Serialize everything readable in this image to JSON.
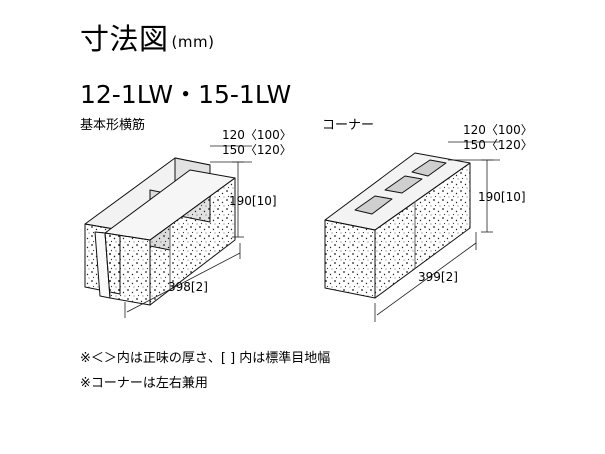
{
  "title": "寸法図",
  "title_unit": "(mm)",
  "model": "12-1LW・15-1LW",
  "labels": {
    "basic": "基本形横筋",
    "corner": "コーナー"
  },
  "dimensions": {
    "basic": {
      "width_120": "120〈100〉",
      "width_150": "150〈120〉",
      "height": "190[10]",
      "length": "398[2]"
    },
    "corner": {
      "width_120": "120〈100〉",
      "width_150": "150〈120〉",
      "height": "190[10]",
      "length": "399[2]"
    }
  },
  "notes": [
    "※＜＞内は正味の厚さ、[ ] 内は標準目地幅",
    "※コーナーは左右兼用"
  ]
}
